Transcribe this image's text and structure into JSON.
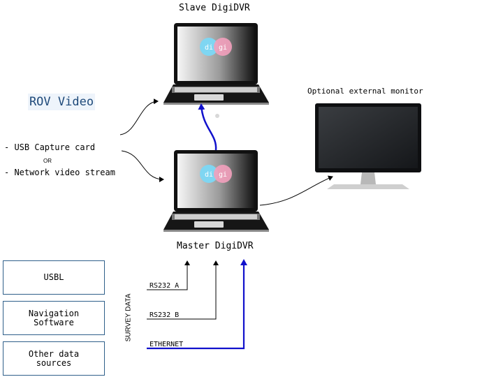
{
  "slave": {
    "title": "Slave DigiDVR",
    "logo_left": "di",
    "logo_right": "gi"
  },
  "master": {
    "title": "Master DigiDVR",
    "logo_left": "di",
    "logo_right": "gi"
  },
  "monitor": {
    "title": "Optional external monitor"
  },
  "rov": {
    "title": "ROV Video"
  },
  "inputs": {
    "capture": "- USB Capture card",
    "or": "OR",
    "stream": "- Network video stream"
  },
  "sources": [
    "USBL",
    "Navigation\nSoftware",
    "Other data\nsources"
  ],
  "survey_label": "SURVEY DATA",
  "ports": {
    "rs232a": "RS232 A",
    "rs232b": "RS232 B",
    "ethernet": "ETHERNET"
  },
  "colors": {
    "ethernet_link": "#1111cc",
    "logo_cyan": "#7fd6f2",
    "logo_pink": "#f3a0bd",
    "rov_text": "#1f4a7a",
    "box_border": "#2f5f8a"
  }
}
